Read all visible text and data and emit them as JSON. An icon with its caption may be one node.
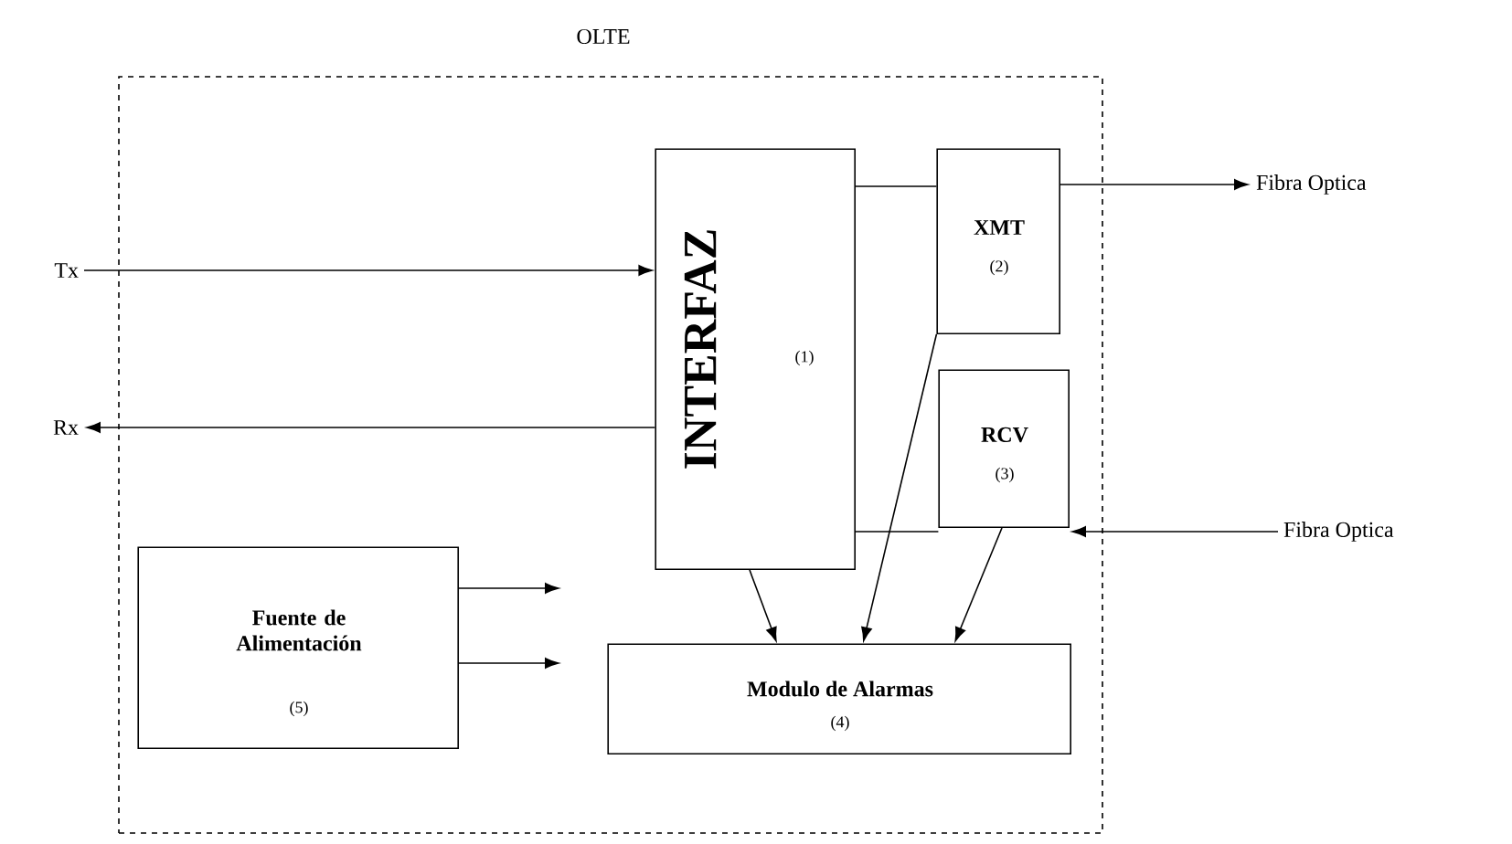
{
  "diagram": {
    "nodes": [
      {
        "text": [
          "OLTE"
        ]
      },
      {
        "text": [
          "INTERFAZ",
          "(1)"
        ],
        "in": 0
      },
      {
        "text": [
          "XMT",
          "(2)"
        ],
        "in": 0
      },
      {
        "text": [
          "RCV",
          "(3)"
        ],
        "in": 0
      },
      {
        "text": [
          "Fuente de Alimentación",
          "(5)"
        ],
        "in": 0
      },
      {
        "text": [
          "Modulo de Alarmas",
          "(4)"
        ],
        "in": 0
      },
      {
        "text": [
          "Tx"
        ]
      },
      {
        "text": [
          "Rx"
        ]
      },
      {
        "text": [
          "Fibra Optica"
        ]
      },
      {
        "text": [
          "Fibra Optica"
        ]
      }
    ],
    "edges": [
      {
        "from": 6,
        "to": 1,
        "arrow": "to"
      },
      {
        "from": 1,
        "to": 7,
        "arrow": "to"
      },
      {
        "from": 1,
        "to": 2,
        "arrow": "none"
      },
      {
        "from": 2,
        "to": 8,
        "arrow": "to"
      },
      {
        "from": 9,
        "to": 3,
        "arrow": "to"
      },
      {
        "from": 1,
        "to": 3,
        "arrow": "none"
      },
      {
        "from": 1,
        "to": 5,
        "arrow": "to"
      },
      {
        "from": 2,
        "to": 5,
        "arrow": "to"
      },
      {
        "from": 3,
        "to": 5,
        "arrow": "to"
      },
      {
        "from": 4,
        "to": null,
        "arrow": "to"
      },
      {
        "from": 4,
        "to": null,
        "arrow": "to"
      }
    ]
  }
}
